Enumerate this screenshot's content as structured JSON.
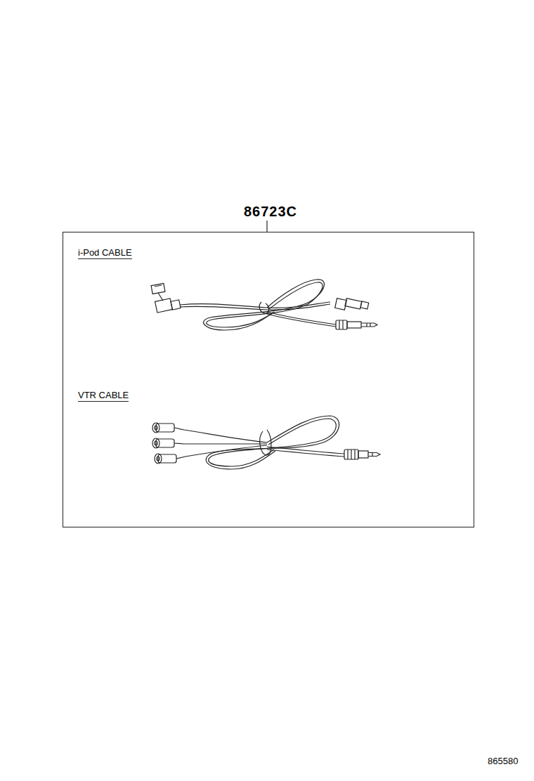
{
  "diagram": {
    "nodes": [
      {
        "text": [
          "86723C",
          "i-Pod CABLE",
          "VTR CABLE"
        ]
      }
    ],
    "labels": [
      "865580"
    ]
  }
}
